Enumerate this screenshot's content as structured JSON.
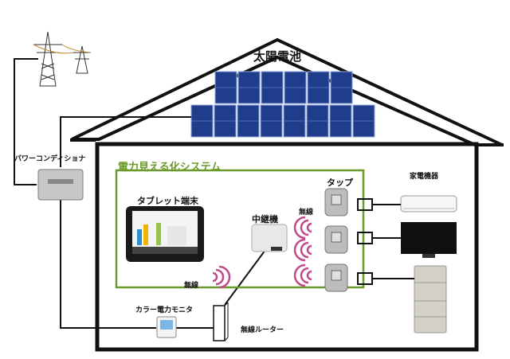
{
  "labels": {
    "solar_panel": "太陽電池",
    "system_name": "電力見える化システム",
    "power_conditioner": "パワーコンディショナ",
    "tablet": "タブレット端末",
    "relay": "中継機",
    "tap": "タップ",
    "appliances": "家電機器",
    "wireless_1": "無線",
    "wireless_2": "無線",
    "color_monitor": "カラー電力モニタ",
    "wireless_router": "無線ルーター"
  },
  "colors": {
    "system_frame": "#6a9a2a",
    "house_outline": "#111111",
    "solar_cell": "#1f3d8a",
    "wireless_wave": "#c04a8a"
  }
}
